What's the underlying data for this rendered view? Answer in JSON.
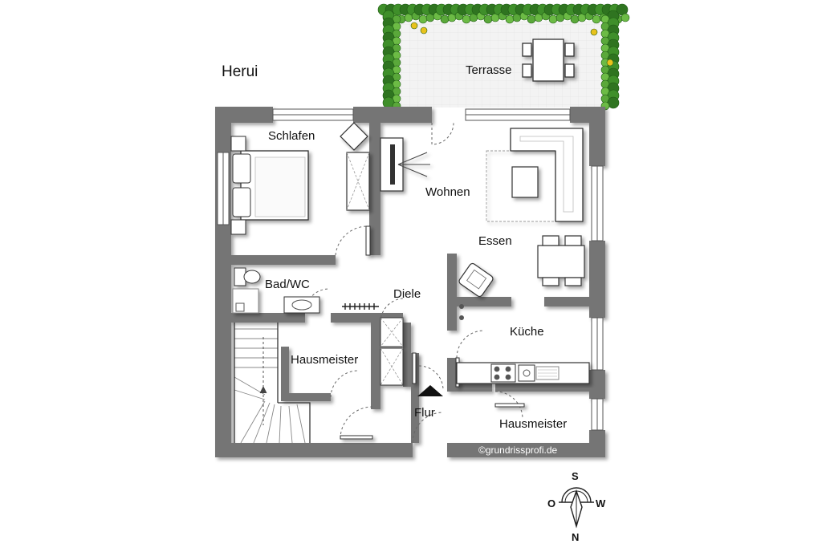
{
  "plan": {
    "title": "Herui",
    "copyright": "©grundrissprofi.de",
    "rooms": {
      "terrasse": "Terrasse",
      "schlafen": "Schlafen",
      "wohnen": "Wohnen",
      "essen": "Essen",
      "bad": "Bad/WC",
      "diele": "Diele",
      "kueche": "Küche",
      "hausmeister_left": "Hausmeister",
      "hausmeister_right": "Hausmeister",
      "flur": "Flur"
    },
    "compass": {
      "top": "S",
      "left": "O",
      "right": "W",
      "bottom": "N"
    },
    "colors": {
      "wall": "#757575",
      "wall_edge": "#5f5f5f",
      "hedge": "#3f8f2a",
      "terrace": "#f1f1f1",
      "flower": "#e8c21c"
    }
  }
}
